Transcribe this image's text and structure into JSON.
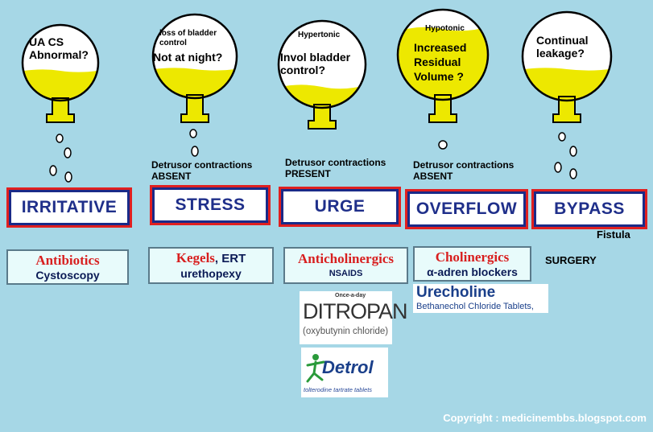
{
  "flasks": [
    {
      "id": "irritative",
      "liquid": "#ede800",
      "small": "",
      "question": "UA CS Abnormal?"
    },
    {
      "id": "stress",
      "liquid": "#ede800",
      "small": "loss of bladder control",
      "question": "Not at night?"
    },
    {
      "id": "urge",
      "liquid": "#ede800",
      "small": "Hypertonic",
      "question": "Invol bladder control?"
    },
    {
      "id": "overflow",
      "liquid": "#ede800",
      "small": "Hypotonic",
      "question": "Increased Residual Volume ?"
    },
    {
      "id": "bypass",
      "liquid": "#ede800",
      "small": "",
      "question": "Continual leakage?"
    }
  ],
  "detrusor": {
    "stress": "Detrusor contractions ABSENT",
    "urge": "Detrusor contractions PRESENT",
    "overflow": "Detrusor contractions ABSENT"
  },
  "types": [
    "IRRITATIVE",
    "STRESS",
    "URGE",
    "OVERFLOW",
    "BYPASS"
  ],
  "fistula": "Fistula",
  "treatments": {
    "irritative": {
      "line1": "Antibiotics",
      "line2": "Cystoscopy"
    },
    "stress": {
      "line1": "Kegels",
      "line1b": ", ERT",
      "line2": "urethopexy"
    },
    "urge": {
      "line1": "Anticholinergics",
      "line2": "NSAIDS"
    },
    "overflow": {
      "line1": "Cholinergics",
      "line2": "α-adren blockers"
    },
    "bypass": "SURGERY"
  },
  "drugs": {
    "ditropan": {
      "tag": "Once-a-day",
      "name": "DITROPAN",
      "generic": "(oxybutynin chloride)"
    },
    "detrol": {
      "name": "Detrol",
      "generic": "tolterodine tartrate tablets"
    },
    "urecholine": {
      "name": "Urecholine",
      "generic": "Bethanechol Chloride Tablets,"
    }
  },
  "copyright": "Copyright : medicinembbs.blogspot.com",
  "colors": {
    "background": "#a6d7e6",
    "liquid": "#ede800",
    "type_text": "#1f2f8a",
    "border_red": "#e02020",
    "treatment_red": "#d81f1f"
  }
}
